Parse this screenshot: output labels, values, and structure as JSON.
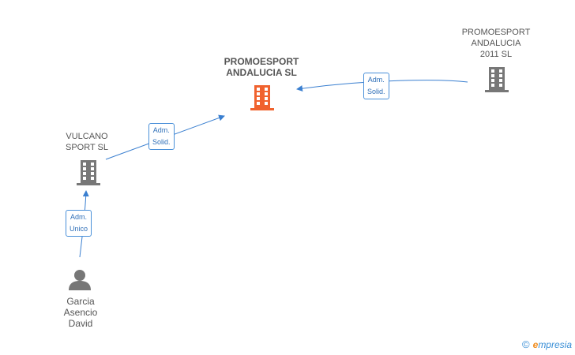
{
  "nodes": {
    "main_company": {
      "label": "PROMOESPORT\nANDALUCIA SL",
      "color": "#f0622e"
    },
    "promoesport_2011": {
      "label": "PROMOESPORT\nANDALUCIA\n2011  SL",
      "color": "#777777"
    },
    "vulcano": {
      "label": "VULCANO\nSPORT SL",
      "color": "#777777"
    },
    "person": {
      "label": "Garcia\nAsencio\nDavid",
      "color": "#777777"
    }
  },
  "edges": [
    {
      "label": "Adm.\nSolid."
    },
    {
      "label": "Adm.\nSolid."
    },
    {
      "label": "Adm.\nUnico"
    }
  ],
  "colors": {
    "edge": "#3a7fd0",
    "edge_label_border": "#4a90d9"
  },
  "footer": {
    "copyright": "©",
    "brand_initial": "e",
    "brand_rest": "mpresia"
  }
}
